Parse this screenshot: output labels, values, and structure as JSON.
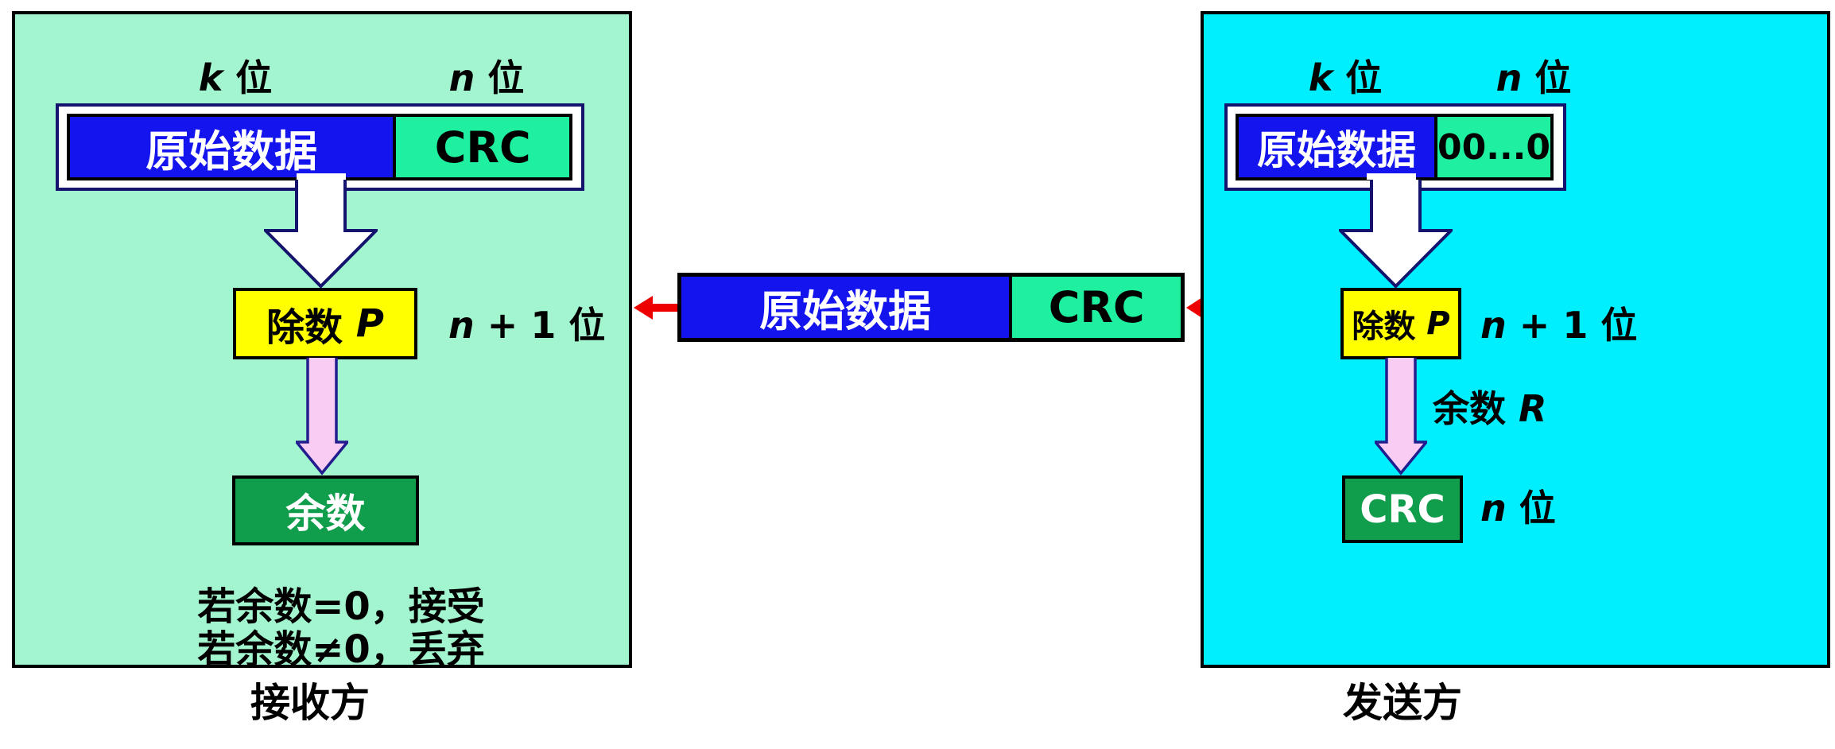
{
  "colors": {
    "mint": "#A2F5CE",
    "cyan": "#00EFFF",
    "blue": "#1414EE",
    "springgreen": "#1FF0A0",
    "yellow": "#FFFF00",
    "darkgreen": "#109E4C",
    "pink": "#F9CCF4",
    "pinkborder": "#221C8E",
    "navy": "#14146E",
    "red": "#EE0000"
  },
  "receiver": {
    "bits_k": {
      "var": "k",
      "unit": " 位"
    },
    "bits_n": {
      "var": "n",
      "unit": " 位"
    },
    "frame": {
      "data_label": "原始数据",
      "check_label": "CRC"
    },
    "divisor": {
      "prefix": "除数 ",
      "var": "P"
    },
    "divisor_bits": {
      "var": "n",
      "rest": " + 1 位"
    },
    "remainder_box": "余数",
    "rule_accept": "若余数=0，接受",
    "rule_discard": "若余数≠0，丢弃",
    "caption": "接收方"
  },
  "channel": {
    "frame": {
      "data_label": "原始数据",
      "check_label": "CRC"
    }
  },
  "sender": {
    "bits_k": {
      "var": "k",
      "unit": " 位"
    },
    "bits_n": {
      "var": "n",
      "unit": " 位"
    },
    "frame": {
      "data_label": "原始数据",
      "check_label": "00...0"
    },
    "divisor": {
      "prefix": "除数 ",
      "var": "P"
    },
    "divisor_bits": {
      "var": "n",
      "rest": " + 1 位"
    },
    "remainder_label": {
      "prefix": "余数 ",
      "var": "R"
    },
    "crc_box": "CRC",
    "crc_bits": {
      "var": "n",
      "rest": " 位"
    },
    "caption": "发送方"
  }
}
